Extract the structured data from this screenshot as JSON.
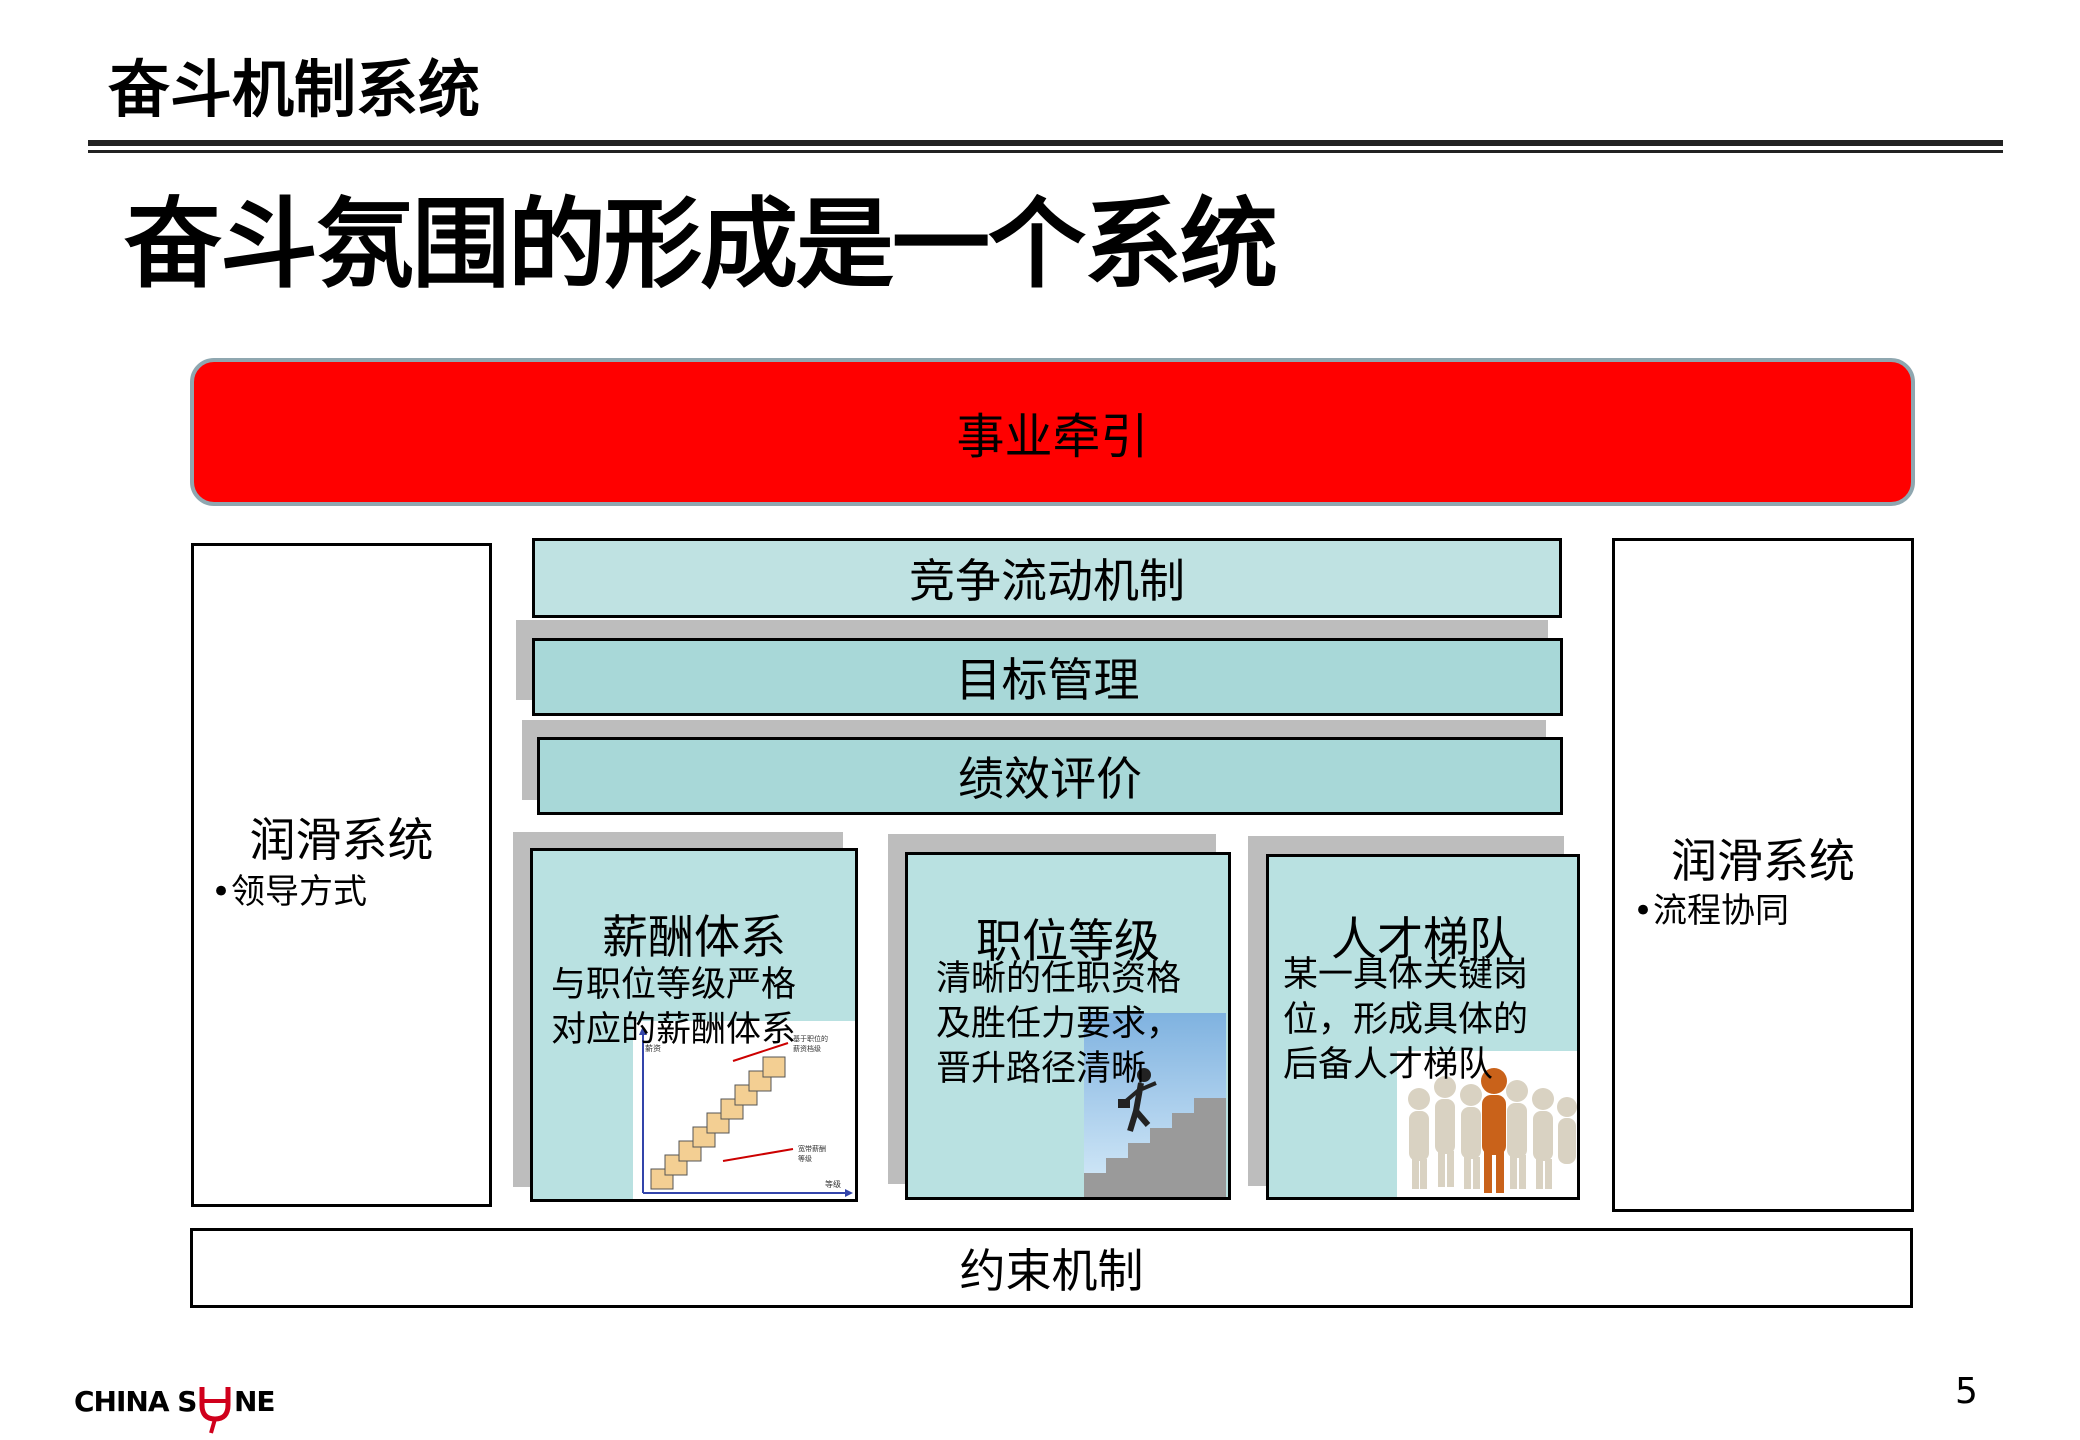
{
  "header": {
    "title": "奋斗机制系统"
  },
  "slide": {
    "title": "奋斗氛围的形成是一个系统"
  },
  "diagram": {
    "top_bar": "事业牵引",
    "left_box": {
      "title": "润滑系统",
      "bullet": "•领导方式"
    },
    "right_box": {
      "title": "润滑系统",
      "bullet": "•流程协同"
    },
    "bands": [
      "竞争流动机制",
      "目标管理",
      "绩效评价"
    ],
    "columns": [
      {
        "title": "薪酬体系",
        "lines": [
          "与职位等级严格",
          "对应的薪酬体系"
        ]
      },
      {
        "title": "职位等级",
        "lines": [
          "清晰的任职资格",
          "及胜任力要求，",
          "晋升路径清晰"
        ]
      },
      {
        "title": "人才梯队",
        "lines": [
          "某一具体关键岗",
          "位，形成具体的",
          "后备人才梯队"
        ]
      }
    ],
    "bottom_bar": "约束机制",
    "chart_labels": {
      "y": "薪资",
      "x": "等级",
      "note1": "基于职位的",
      "note2": "薪资档级",
      "note3": "宽带薪酬",
      "note4": "等级"
    }
  },
  "footer": {
    "logo_left": "CHINA S",
    "logo_right": "NE",
    "page_number": "5"
  },
  "colors": {
    "red": "#ff0000",
    "band": "#b9e1e1",
    "shadow": "#bdbdbd",
    "logo_red": "#d0001c"
  }
}
